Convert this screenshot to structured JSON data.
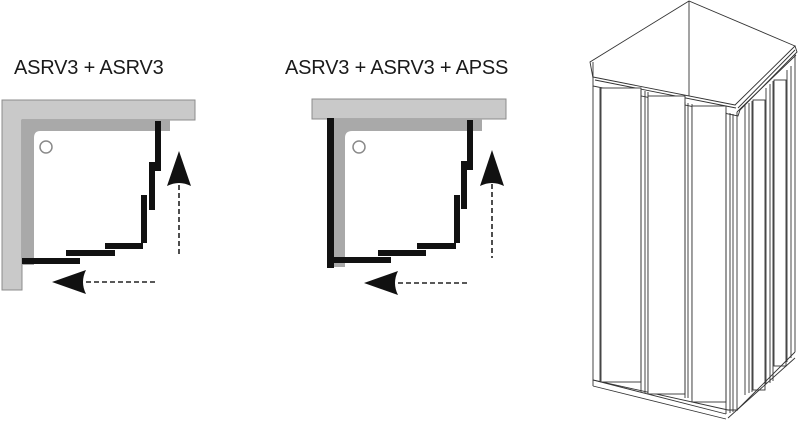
{
  "diagrams": [
    {
      "id": "left",
      "title": "ASRV3 + ASRV3",
      "components": [
        "ASRV3",
        "ASRV3"
      ],
      "wall_sides": [
        "top",
        "left"
      ],
      "door_panels_per_side": 3,
      "opening_arrows": [
        "up",
        "left"
      ]
    },
    {
      "id": "middle",
      "title": "ASRV3 + ASRV3 + APSS",
      "components": [
        "ASRV3",
        "ASRV3",
        "APSS"
      ],
      "wall_sides": [
        "top"
      ],
      "door_panels_per_side": 3,
      "fixed_side_wall": "left",
      "opening_arrows": [
        "up",
        "left"
      ]
    }
  ],
  "illustration": {
    "name": "shower-enclosure-3d",
    "front_panels": 3,
    "side_panels": 3
  },
  "colors": {
    "wall": "#c8c8c8",
    "wall_edge": "#8c8c8c",
    "tray_edge": "#a8a8a8",
    "panel": "#111111",
    "line": "#333333"
  }
}
